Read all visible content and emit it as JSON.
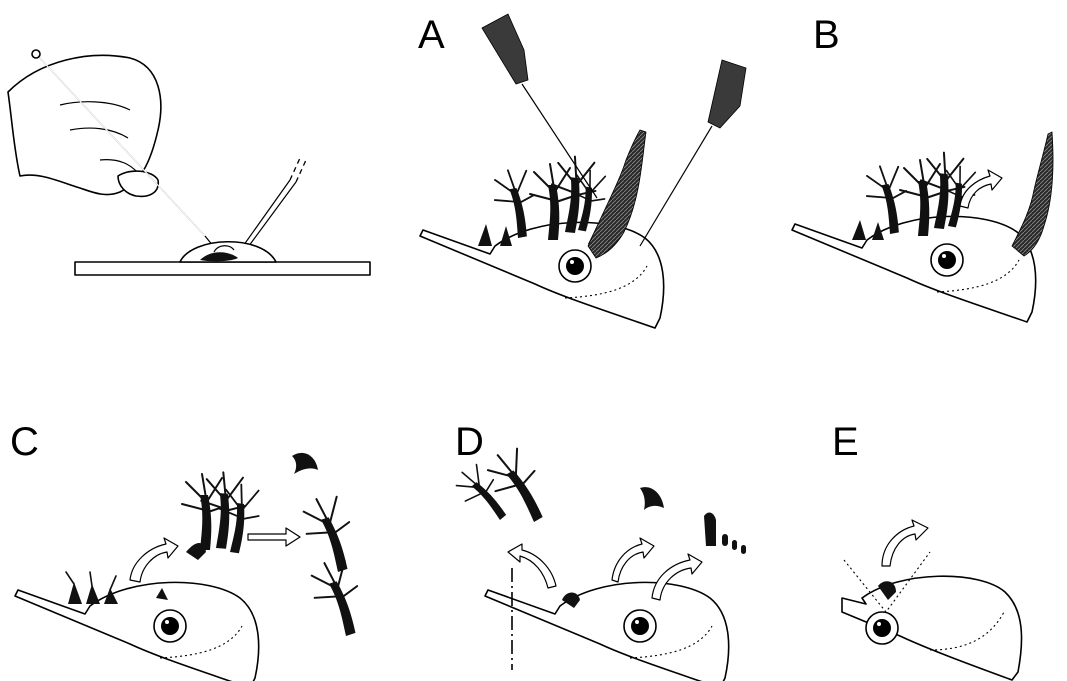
{
  "panels": {
    "a": {
      "label": "A"
    },
    "b": {
      "label": "B"
    },
    "c": {
      "label": "C"
    },
    "d": {
      "label": "D"
    },
    "e": {
      "label": "E"
    }
  },
  "colors": {
    "ink": "#000000",
    "fill_dark": "#111111",
    "tool_gray": "#3a3a3a",
    "background": "#ffffff"
  },
  "icons": {
    "removal_arrow": "curved-hollow-arrow",
    "transfer_arrow": "straight-hollow-arrow"
  }
}
